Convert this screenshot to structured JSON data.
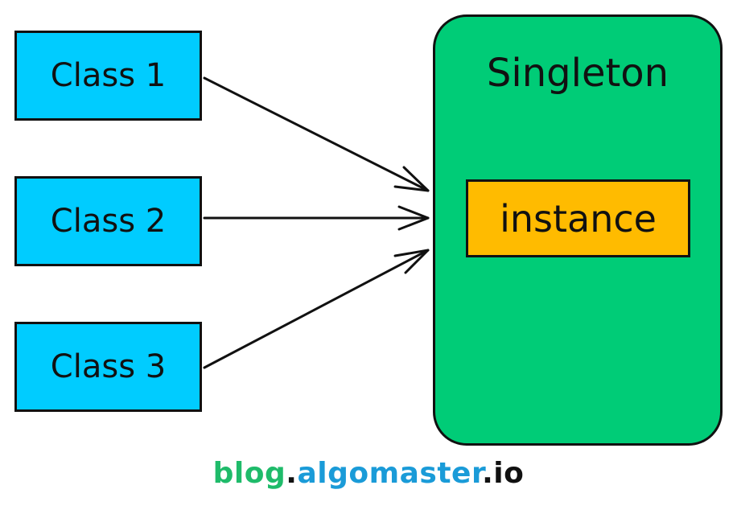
{
  "colors": {
    "class_box": "#00ccff",
    "singleton": "#00cc77",
    "instance": "#ffbb00",
    "outline": "#111111",
    "footer_blog": "#1fbb6a",
    "footer_brand": "#1a9bd8"
  },
  "classes": [
    {
      "label": "Class 1"
    },
    {
      "label": "Class 2"
    },
    {
      "label": "Class 3"
    }
  ],
  "singleton": {
    "title": "Singleton",
    "instance_label": "instance"
  },
  "footer": {
    "part1": "blog",
    "sep1": ".",
    "part2": "algomaster",
    "sep2": ".",
    "part3": "io"
  }
}
